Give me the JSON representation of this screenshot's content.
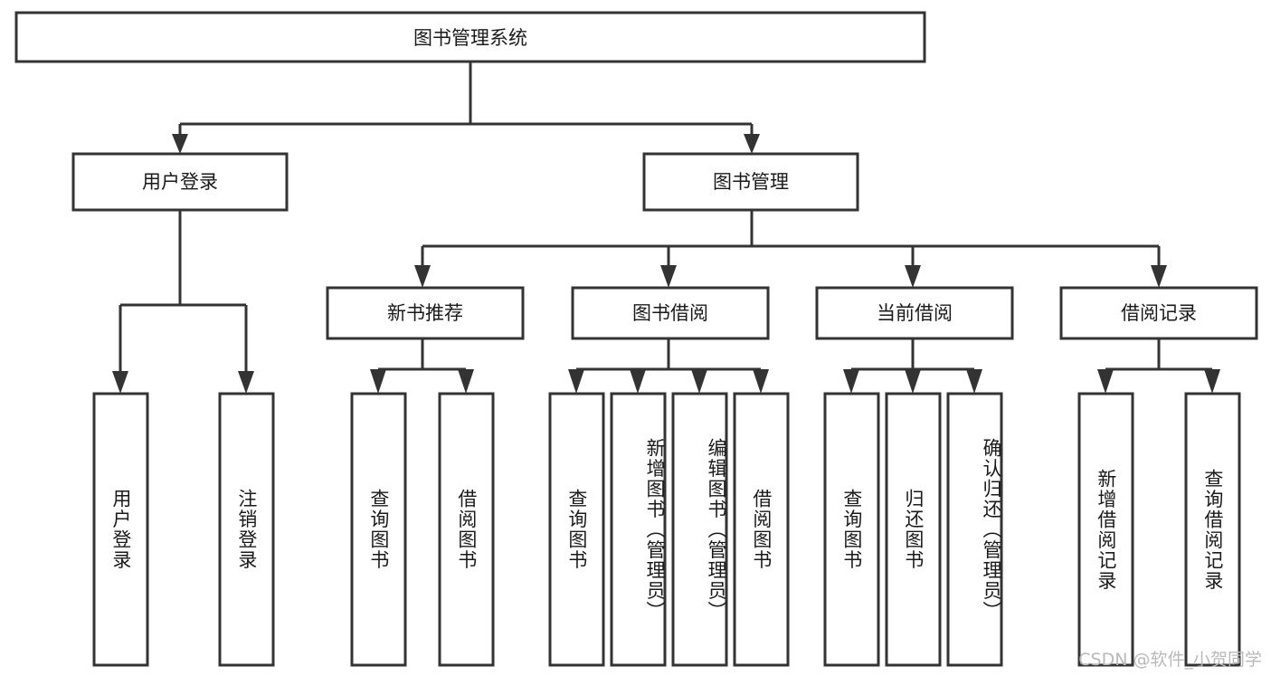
{
  "diagram": {
    "title": "图书管理系统",
    "type": "tree-hierarchy",
    "watermark": "CSDN @软件_小贺同学",
    "colors": {
      "stroke": "#333333",
      "fill": "#ffffff",
      "text": "#1a1a1a",
      "watermark": "#b9b9b9"
    },
    "levels": {
      "root": {
        "label": "图书管理系统"
      },
      "level2": [
        {
          "id": "user-login",
          "label": "用户登录"
        },
        {
          "id": "book-management",
          "label": "图书管理"
        }
      ],
      "level3": [
        {
          "id": "new-book-recommend",
          "label": "新书推荐"
        },
        {
          "id": "book-borrow",
          "label": "图书借阅"
        },
        {
          "id": "current-borrow",
          "label": "当前借阅"
        },
        {
          "id": "borrow-record",
          "label": "借阅记录"
        }
      ],
      "leaves": [
        {
          "id": "leaf-user-login",
          "label": "用户登录",
          "parent": "user-login"
        },
        {
          "id": "leaf-logout-login",
          "label": "注销登录",
          "parent": "user-login"
        },
        {
          "id": "leaf-query-book-1",
          "label": "查询图书",
          "parent": "new-book-recommend"
        },
        {
          "id": "leaf-borrow-book-1",
          "label": "借阅图书",
          "parent": "new-book-recommend"
        },
        {
          "id": "leaf-query-book-2",
          "label": "查询图书",
          "parent": "book-borrow"
        },
        {
          "id": "leaf-add-book",
          "label": "新增图书（管理员）",
          "parent": "book-borrow"
        },
        {
          "id": "leaf-edit-book",
          "label": "编辑图书（管理员）",
          "parent": "book-borrow"
        },
        {
          "id": "leaf-borrow-book-2",
          "label": "借阅图书",
          "parent": "book-borrow"
        },
        {
          "id": "leaf-query-book-3",
          "label": "查询图书",
          "parent": "current-borrow"
        },
        {
          "id": "leaf-return-book",
          "label": "归还图书",
          "parent": "current-borrow"
        },
        {
          "id": "leaf-confirm-return",
          "label": "确认归还（管理员）",
          "parent": "current-borrow"
        },
        {
          "id": "leaf-add-borrow-record",
          "label": "新增借阅记录",
          "parent": "borrow-record"
        },
        {
          "id": "leaf-query-borrow-record",
          "label": "查询借阅记录",
          "parent": "borrow-record"
        }
      ]
    }
  }
}
